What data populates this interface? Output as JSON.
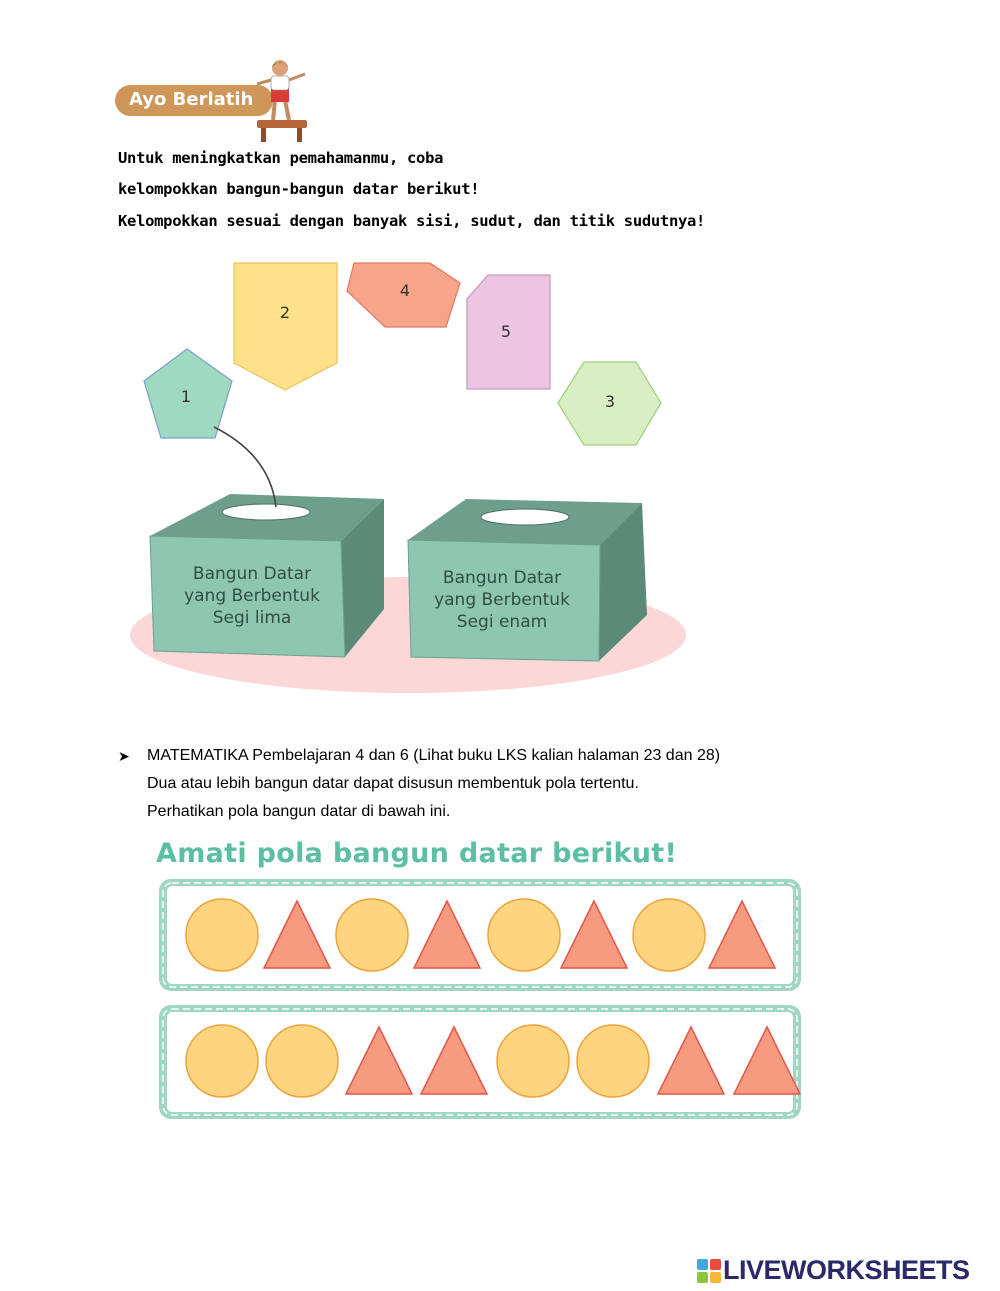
{
  "section_badge": "Ayo Berlatih",
  "instructions": [
    "Untuk meningkatkan pemahamanmu, coba",
    "kelompokkan bangun-bangun datar berikut!",
    "Kelompokkan sesuai dengan banyak sisi, sudut, dan titik sudutnya!"
  ],
  "shapes": [
    {
      "number": "1",
      "kind": "pentagon",
      "color": "#9fd9bf"
    },
    {
      "number": "2",
      "kind": "pentagon",
      "color": "#fde08a"
    },
    {
      "number": "3",
      "kind": "hexagon",
      "color": "#d9eec3"
    },
    {
      "number": "4",
      "kind": "hexagon",
      "color": "#f6a48a"
    },
    {
      "number": "5",
      "kind": "pentagon",
      "color": "#ecc5e2"
    }
  ],
  "boxes": [
    {
      "lines": [
        "Bangun Datar",
        "yang Berbentuk",
        "Segi lima"
      ]
    },
    {
      "lines": [
        "Bangun Datar",
        "yang Berbentuk",
        "Segi enam"
      ]
    }
  ],
  "bullet": {
    "lines": [
      "MATEMATIKA Pembelajaran 4 dan 6 (Lihat buku LKS kalian halaman 23 dan 28)",
      "Dua atau lebih bangun datar dapat disusun membentuk pola tertentu.",
      "Perhatikan pola bangun datar di bawah ini."
    ]
  },
  "pattern_title": "Amati pola bangun datar berikut!",
  "patterns": [
    [
      "circle",
      "triangle",
      "circle",
      "triangle",
      "circle",
      "triangle",
      "circle",
      "triangle"
    ],
    [
      "circle",
      "circle",
      "triangle",
      "triangle",
      "circle",
      "circle",
      "triangle",
      "triangle"
    ]
  ],
  "colors": {
    "circle_fill": "#fdd47f",
    "circle_stroke": "#f0a33c",
    "triangle_fill": "#f69a80",
    "triangle_stroke": "#e2574a",
    "frame": "#9fd7c3",
    "title": "#5cbfa4",
    "box_front": "#8fc6b1",
    "box_top": "#6e9f8c",
    "box_side": "#5c8a78",
    "base": "#fbd7d8"
  },
  "logo": {
    "text": "LIVEWORKSHEETS",
    "icon": "liveworksheets-logo-icon"
  }
}
